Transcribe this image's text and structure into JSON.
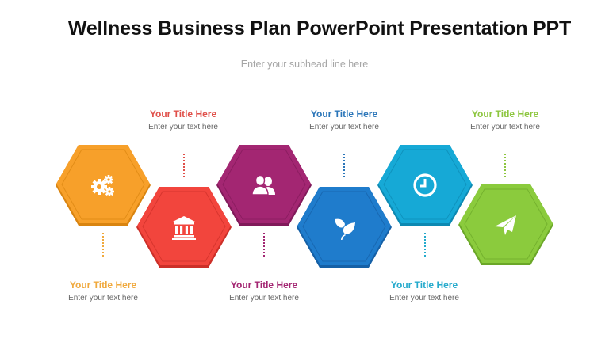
{
  "slide": {
    "title": "Wellness Business Plan PowerPoint Presentation PPT",
    "subtitle": "Enter your subhead line here"
  },
  "steps": [
    {
      "title": "Your Title Here",
      "text": "Enter your text here",
      "icon": "gears-icon",
      "color": "#f7a02a",
      "dark": "#d98410",
      "label_color": "#f0a93d",
      "label_position": "bottom"
    },
    {
      "title": "Your Title Here",
      "text": "Enter your text here",
      "icon": "bank-icon",
      "color": "#f2453d",
      "dark": "#cc2f28",
      "label_color": "#e0504a",
      "label_position": "top"
    },
    {
      "title": "Your Title Here",
      "text": "Enter your text here",
      "icon": "users-icon",
      "color": "#a32672",
      "dark": "#811a5a",
      "label_color": "#a32672",
      "label_position": "bottom"
    },
    {
      "title": "Your Title Here",
      "text": "Enter your text here",
      "icon": "leaf-icon",
      "color": "#1f7ccc",
      "dark": "#1560a6",
      "label_color": "#2b76b9",
      "label_position": "top"
    },
    {
      "title": "Your Title Here",
      "text": "Enter your text here",
      "icon": "clock-icon",
      "color": "#16a9d6",
      "dark": "#0d89b2",
      "label_color": "#25aacc",
      "label_position": "bottom"
    },
    {
      "title": "Your Title Here",
      "text": "Enter your text here",
      "icon": "paper-plane-icon",
      "color": "#8bcb3d",
      "dark": "#6ba728",
      "label_color": "#8dc63f",
      "label_position": "top"
    }
  ]
}
